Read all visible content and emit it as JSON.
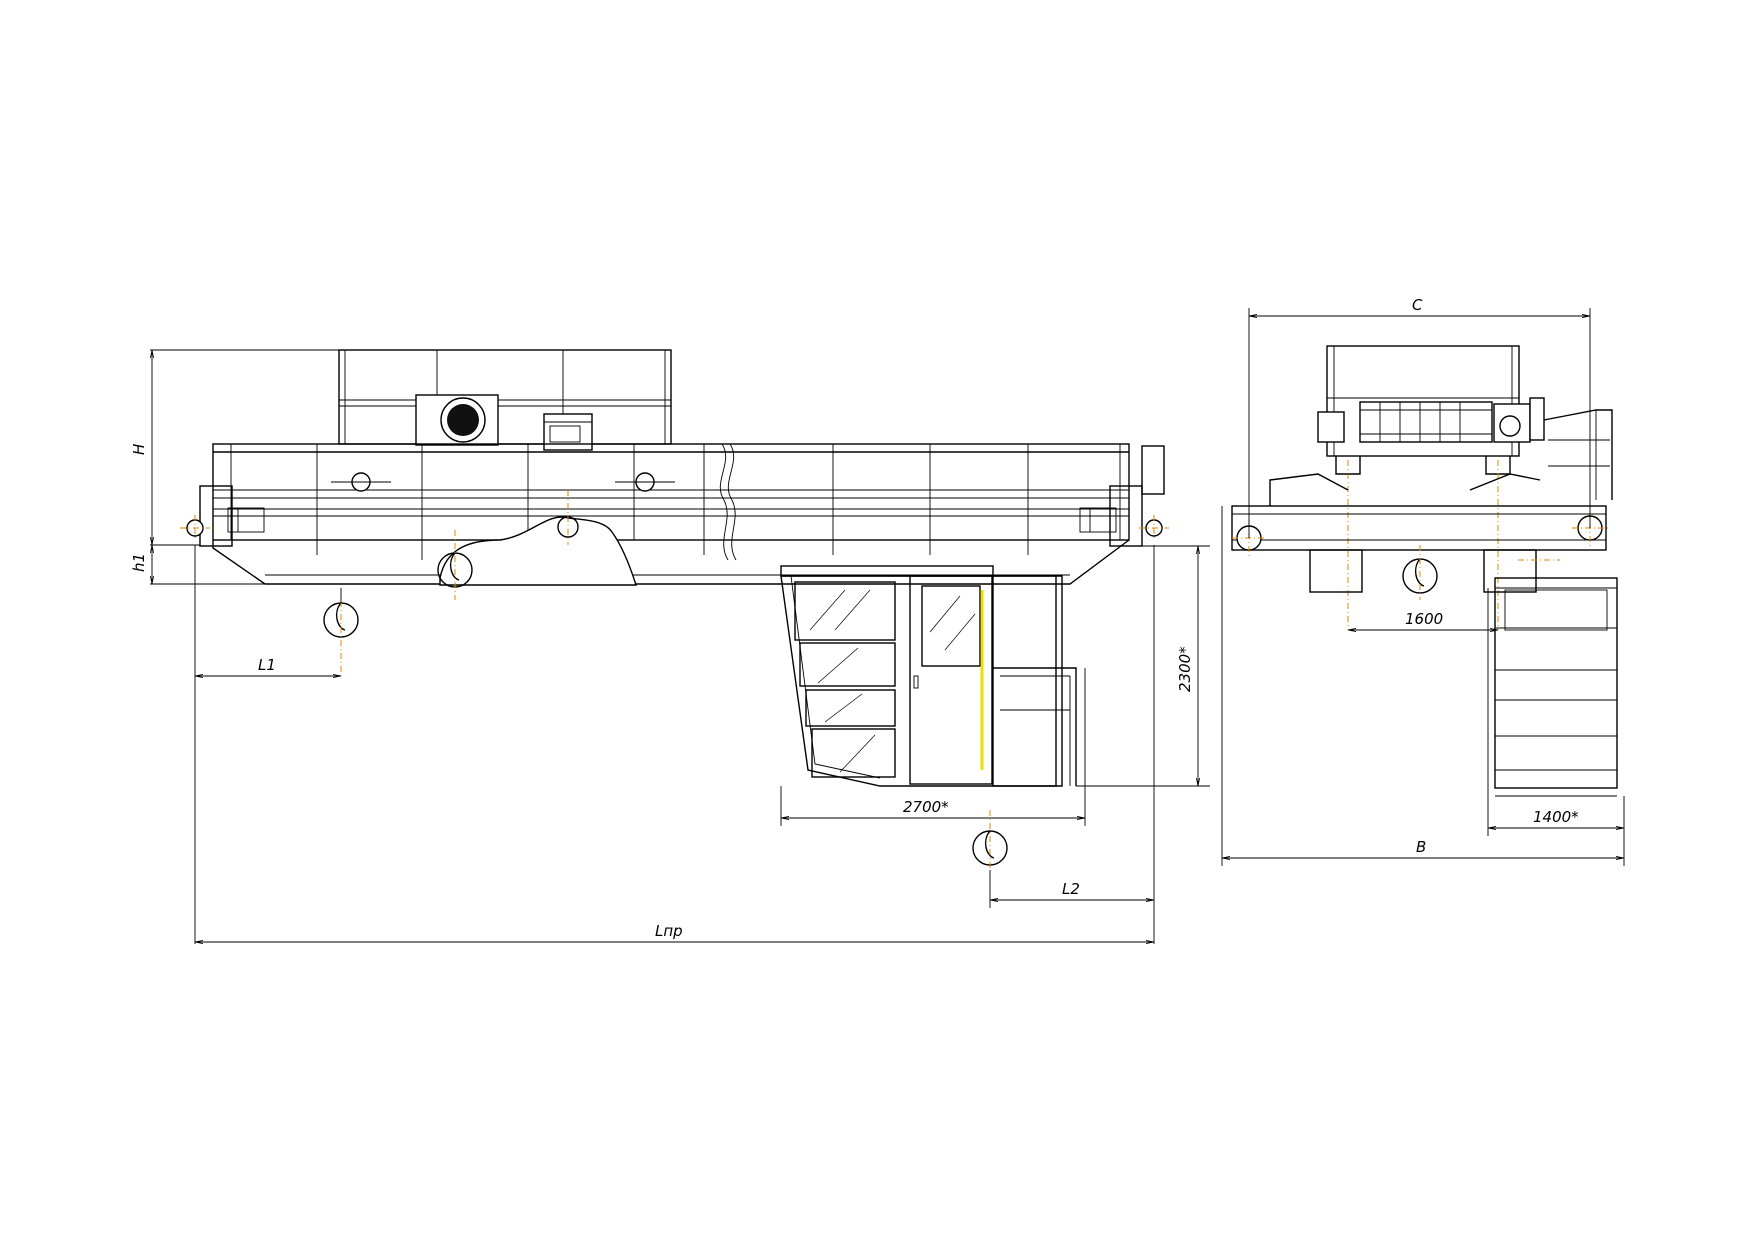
{
  "dimensions": {
    "H": "H",
    "h1": "h1",
    "L1": "L1",
    "L2": "L2",
    "Lpr": "Lпр",
    "cab_height": "2300*",
    "cab_width": "2700*",
    "C": "C",
    "B": "B",
    "trolley_gauge": "1600",
    "gallery_width": "1400*"
  },
  "colors": {
    "line": "#000000",
    "axis": "#e08a00",
    "marker": "#e8e000"
  }
}
